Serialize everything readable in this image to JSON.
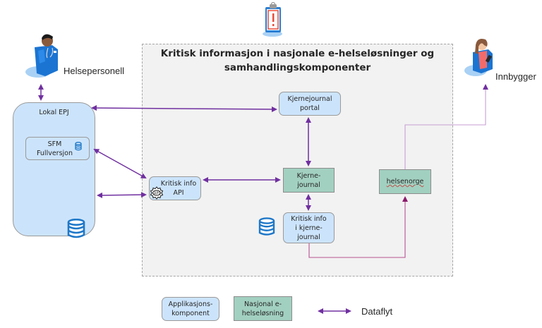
{
  "diagram": {
    "title": "Kritisk informasjon i nasjonale e-helseløsninger og samhandlingskomponenter",
    "title_line1": "Kritisk informasjon i nasjonale e-helseløsninger og",
    "title_line2": "samhandlingskomponenter",
    "top_icon": "clipboard-alert-icon"
  },
  "actors": {
    "healthcare_personnel": {
      "label": "Helsepersonell",
      "icon": "doctor-icon"
    },
    "citizen": {
      "label": "Innbygger",
      "icon": "citizen-with-phone-icon"
    }
  },
  "nodes": {
    "lokal_epj": {
      "label": "Lokal EPJ",
      "type": "application",
      "icon": "database-icon"
    },
    "sfm": {
      "line1": "SFM",
      "line2": "Fullversjon",
      "type": "application",
      "icon": "database-icon"
    },
    "kritisk_info_api": {
      "line1": "Kritisk info",
      "line2": "API",
      "type": "application",
      "icon": "api-gear-icon"
    },
    "kjernejournal_portal": {
      "line1": "Kjernejournal",
      "line2": "portal",
      "type": "application"
    },
    "kjernejournal": {
      "line1": "Kjerne-",
      "line2": "journal",
      "type": "national"
    },
    "helsenorge": {
      "label": "helsenorge",
      "type": "national"
    },
    "kritisk_info_kj": {
      "line1": "Kritisk info",
      "line2": "i kjerne-",
      "line3": "journal",
      "type": "application",
      "icon": "database-icon"
    }
  },
  "edges": [
    {
      "from": "Helsepersonell",
      "to": "Lokal EPJ",
      "type": "bidirectional"
    },
    {
      "from": "Lokal EPJ",
      "to": "Kjernejournal portal",
      "type": "bidirectional"
    },
    {
      "from": "SFM Fullversjon",
      "to": "Kritisk info API",
      "type": "bidirectional"
    },
    {
      "from": "Lokal EPJ",
      "to": "Kritisk info API",
      "type": "bidirectional"
    },
    {
      "from": "Kritisk info API",
      "to": "Kjernejournal",
      "type": "bidirectional"
    },
    {
      "from": "Kjernejournal portal",
      "to": "Kjernejournal",
      "type": "bidirectional"
    },
    {
      "from": "Kjernejournal",
      "to": "Kritisk info i kjernejournal",
      "type": "bidirectional"
    },
    {
      "from": "Kritisk info i kjernejournal",
      "to": "helsenorge",
      "type": "directed"
    },
    {
      "from": "helsenorge",
      "to": "Innbygger",
      "type": "directed"
    }
  ],
  "legend": {
    "application": {
      "line1": "Applikasjons-",
      "line2": "komponent"
    },
    "national": {
      "line1": "Nasjonal e-",
      "line2": "helseløsning"
    },
    "dataflow": {
      "label": "Dataflyt"
    }
  },
  "colors": {
    "application_fill": "#cce4fb",
    "national_fill": "#a2d0c0",
    "arrow": "#7030a0",
    "light_arrow": "#c79fd3",
    "area_fill": "#f2f2f2",
    "db_icon": "#1f78c8"
  }
}
